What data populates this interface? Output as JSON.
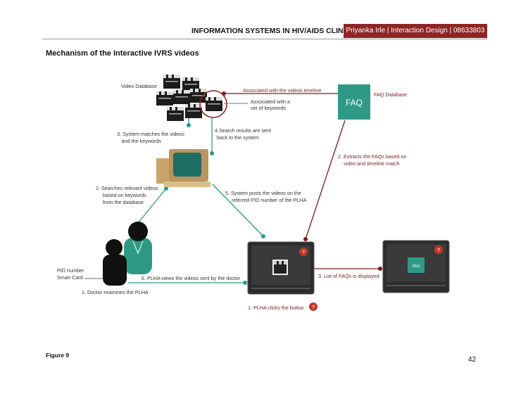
{
  "header": {
    "title": "INFORMATION SYSTEMS IN HIV/AIDS CLINIC",
    "badge": "Priyanka Irle | Interaction Design | 08633803"
  },
  "section_title": "Mechanism of the Interactive IVRS videos",
  "diagram": {
    "video_database": "Video Database",
    "associated_timeline": "Associated with the videos timeline",
    "associated_keywords": [
      "Associated with a",
      "set of  keywords"
    ],
    "faq_box": "FAQ",
    "faq_database": "FAQ Database",
    "step3": [
      "3.  System matches the videos",
      "and the keywords"
    ],
    "step4": [
      "4.Search results are sent",
      "back to the system"
    ],
    "step2_extract": [
      "2. Extracts the FAQs based on",
      "video and timeline match"
    ],
    "step2_search": [
      "2.  Searches relevant videos",
      "based on keywords",
      "from the database"
    ],
    "step5": [
      "5.  System posts the videos on the",
      "referred PID number of the PLHA"
    ],
    "pid_number": "PID number",
    "smart_card": "Smart Card",
    "step6": "6.  PLHA views the videos sent by the doctor",
    "step1_doctor": "1.  Doctor examines the PLHA",
    "step3_list": "3.  List of FAQs is displayed",
    "step1_click": "1.  PLHA clicks the button",
    "button_glyph": "?",
    "screen_faq": "FAQ"
  },
  "colors": {
    "brand_red": "#8e2525",
    "teal": "#2e9a86",
    "dark_red": "#7a1c1c"
  },
  "figure_label": "Figure 9",
  "page_number": "42"
}
